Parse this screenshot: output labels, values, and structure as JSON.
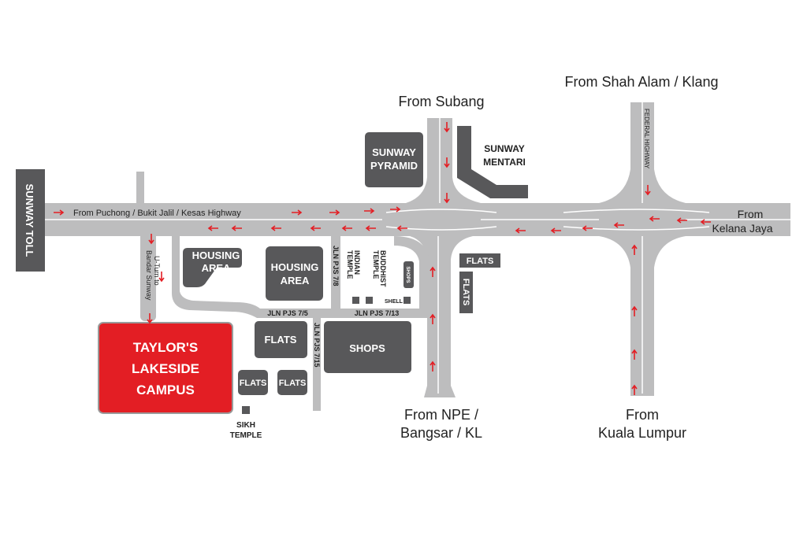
{
  "title": "Taylor's Lakeside Campus location map",
  "colors": {
    "road": "#bdbdbe",
    "block": "#58585a",
    "campus": "#e31e24",
    "arrow": "#e31e24"
  },
  "labels": {
    "sunway_toll": "SUNWAY TOLL",
    "from_puchong": "From Puchong / Bukit Jalil / Kesas Highway",
    "from_subang": "From Subang",
    "from_shah_alam": "From Shah Alam / Klang",
    "from_kelana_1": "From",
    "from_kelana_2": "Kelana Jaya",
    "federal_highway": "FEDERAL HIGHWAY",
    "from_npe_1": "From NPE /",
    "from_npe_2": "Bangsar / KL",
    "from_kl_1": "From",
    "from_kl_2": "Kuala Lumpur",
    "uturn_1": "U-Turn to",
    "uturn_2": "Bandar Sunway",
    "jln_7_5": "JLN PJS 7/5",
    "jln_7_13": "JLN PJS 7/13",
    "jln_7_8": "JLN PJS 7/8",
    "jln_7_15": "JLN PJS 7/15",
    "indian_temple_1": "INDIAN",
    "indian_temple_2": "TEMPLE",
    "buddhist_temple_1": "BUDDHIST",
    "buddhist_temple_2": "TEMPLE",
    "shell": "SHELL",
    "shops_small": "SHOPS",
    "sikh_temple_1": "SIKH",
    "sikh_temple_2": "TEMPLE"
  },
  "blocks": {
    "sunway_pyramid_1": "SUNWAY",
    "sunway_pyramid_2": "PYRAMID",
    "sunway_mentari_1": "SUNWAY",
    "sunway_mentari_2": "MENTARI",
    "housing1_1": "HOUSING",
    "housing1_2": "AREA",
    "housing2_1": "HOUSING",
    "housing2_2": "AREA",
    "flats_center": "FLATS",
    "shops_center": "SHOPS",
    "flats_small_1": "FLATS",
    "flats_small_2": "FLATS",
    "flats_right_h": "FLATS",
    "flats_right_v": "FLATS"
  },
  "campus": {
    "line1": "TAYLOR'S",
    "line2": "LAKESIDE",
    "line3": "CAMPUS"
  }
}
